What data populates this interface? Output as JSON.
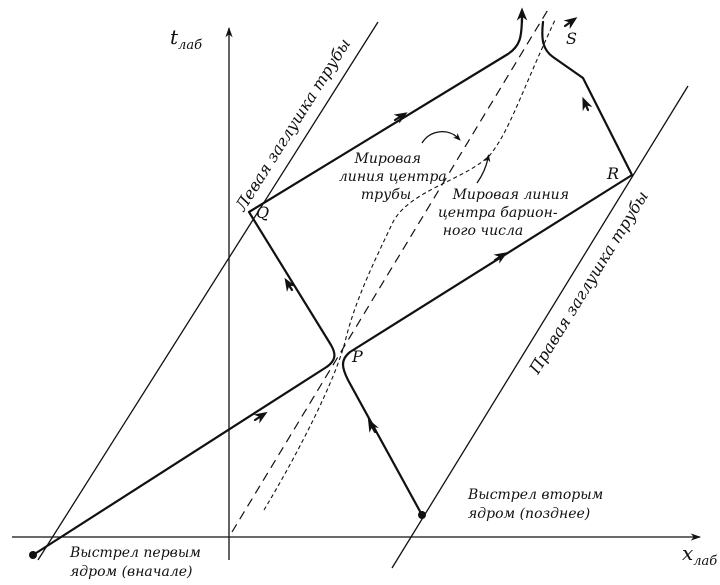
{
  "axes": {
    "t_label": "t",
    "t_sub": "лаб",
    "x_label": "x",
    "x_sub": "лаб"
  },
  "points": {
    "P": "P",
    "Q": "Q",
    "R": "R",
    "S": "S"
  },
  "labels": {
    "left_cap": "Левая заглушка трубы",
    "right_cap": "Правая заглушка трубы",
    "center_line_1": "Мировая",
    "center_line_2": "линия центра",
    "center_line_3": "трубы",
    "baryon_line_1": "Мировая линия",
    "baryon_line_2": "центра барион-",
    "baryon_line_3": "ного числа",
    "shot1_line_1": "Выстрел первым",
    "shot1_line_2": "ядром (вначале)",
    "shot2_line_1": "Выстрел вторым",
    "shot2_line_2": "ядром (позднее)"
  }
}
